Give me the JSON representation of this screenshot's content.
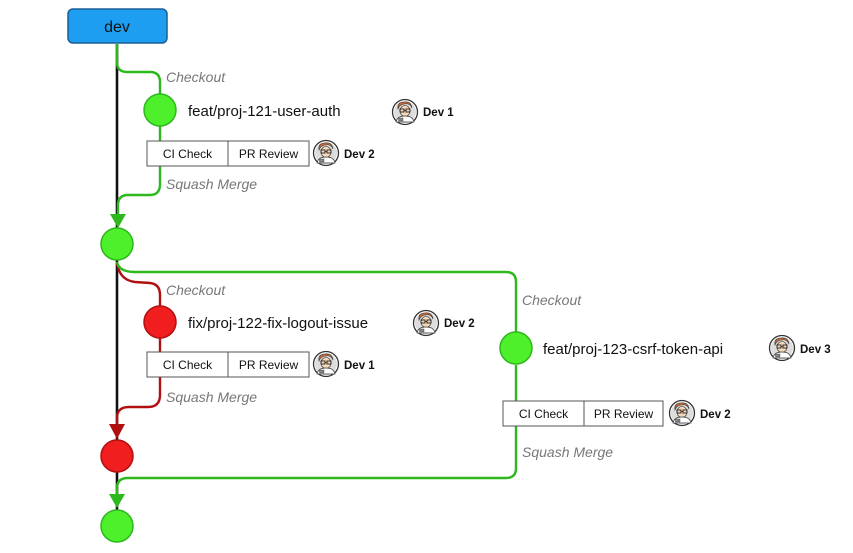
{
  "colors": {
    "main_line": "#111111",
    "feature": "#2db81e",
    "feature_fill": "#4ef02b",
    "fix": "#b01010",
    "fix_fill": "#f01e1e",
    "root_fill": "#1e9ef0",
    "root_stroke": "#1a5e96"
  },
  "root": {
    "label": "dev"
  },
  "branches": {
    "b121": {
      "name": "feat/proj-121-user-auth",
      "checkout": "Checkout",
      "owner": "Dev 1",
      "ci_check": "CI Check",
      "pr_review": "PR Review",
      "reviewer": "Dev 2",
      "merge": "Squash Merge"
    },
    "b122": {
      "name": "fix/proj-122-fix-logout-issue",
      "checkout": "Checkout",
      "owner": "Dev 2",
      "ci_check": "CI Check",
      "pr_review": "PR Review",
      "reviewer": "Dev 1",
      "merge": "Squash Merge"
    },
    "b123": {
      "name": "feat/proj-123-csrf-token-api",
      "checkout": "Checkout",
      "owner": "Dev 3",
      "ci_check": "CI Check",
      "pr_review": "PR Review",
      "reviewer": "Dev 2",
      "merge": "Squash Merge"
    }
  },
  "avatar_icon": "developer-avatar-icon"
}
